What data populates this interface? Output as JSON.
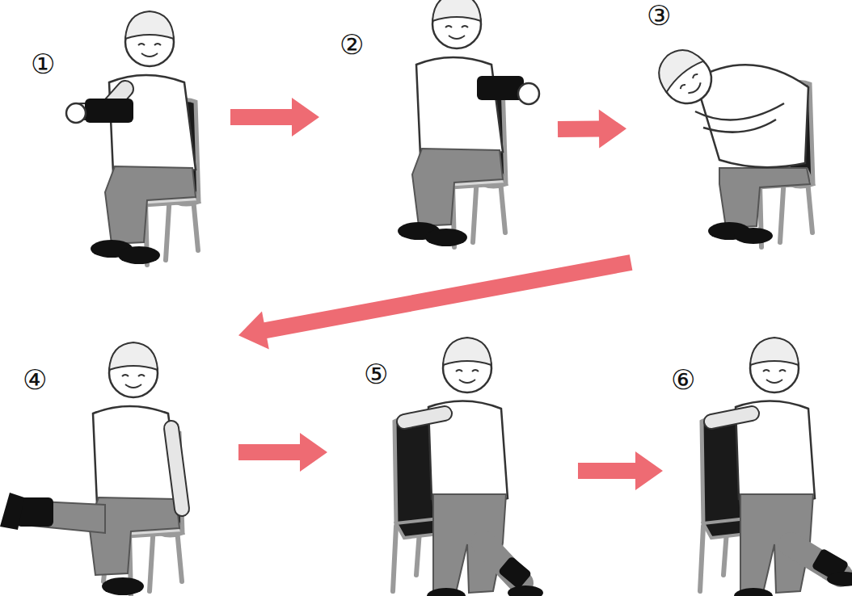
{
  "diagram": {
    "nodes": [
      {
        "text": [
          "①"
        ]
      },
      {
        "text": [
          "②"
        ]
      },
      {
        "text": [
          "③"
        ]
      },
      {
        "text": [
          "④"
        ]
      },
      {
        "text": [
          "⑤"
        ]
      },
      {
        "text": [
          "⑥"
        ]
      }
    ],
    "edges": [
      {
        "from": 0,
        "to": 1,
        "arrow": "to"
      },
      {
        "from": 1,
        "to": 2,
        "arrow": "to"
      },
      {
        "from": 2,
        "to": 3,
        "arrow": "to"
      },
      {
        "from": 3,
        "to": 4,
        "arrow": "to"
      },
      {
        "from": 4,
        "to": 5,
        "arrow": "to"
      }
    ]
  }
}
